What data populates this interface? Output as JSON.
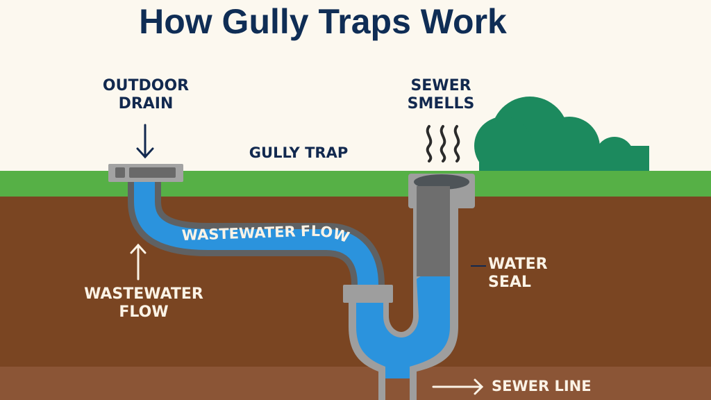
{
  "title": "How Gully Traps Work",
  "labels": {
    "outdoor_drain": [
      "OUTDOOR",
      "DRAIN"
    ],
    "gully_trap": "GULLY TRAP",
    "sewer_smells": [
      "SEWER",
      "SMELLS"
    ],
    "pipe_flow": "WASTEWATER FLOW",
    "wastewater_flow": [
      "WASTEWATER",
      "FLOW"
    ],
    "water_seal": [
      "WATER",
      "SEAL"
    ],
    "sewer_line": "SEWER LINE"
  },
  "colors": {
    "sky": "#fcf8ef",
    "grass": "#56b046",
    "soil": "#7a4522",
    "deep_soil": "#8b5536",
    "pipe_grey": "#9e9e9e",
    "pipe_dark": "#5f6163",
    "water": "#2b93dd",
    "bush": "#1c8a5e",
    "text_dark": "#12294f",
    "text_light": "#fbf3e6"
  },
  "icons": {
    "down_arrow": "down-arrow-icon",
    "up_arrow": "up-arrow-icon",
    "right_arrow": "right-arrow-icon",
    "odor_waves": "odor-waves-icon"
  }
}
